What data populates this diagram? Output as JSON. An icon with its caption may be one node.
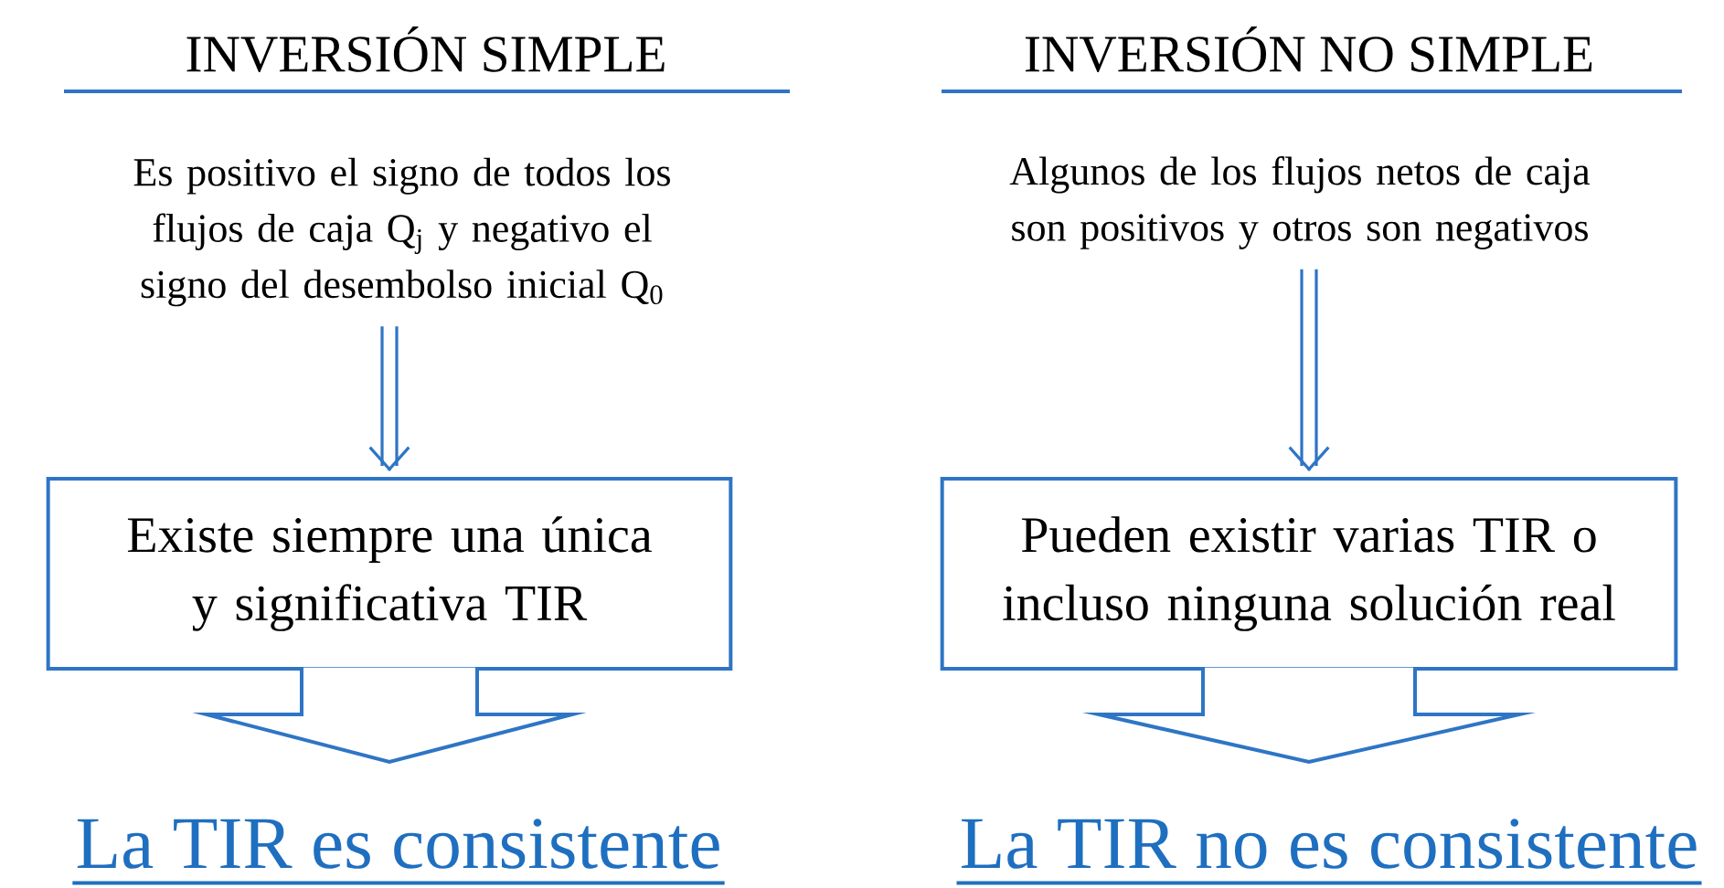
{
  "diagram": {
    "nodes": [
      {
        "text": [
          "Es positivo el signo de todos los flujos de caja Q$_{j}$ y negativo el signo del desembolso inicial Q$_{0}$"
        ]
      },
      {
        "text": [
          "Existe siempre una única y significativa TIR"
        ]
      },
      {
        "text": [
          "Algunos de los flujos netos de caja son positivos y otros son negativos"
        ]
      },
      {
        "text": [
          "Pueden existir varias TIR o incluso ninguna solución real"
        ]
      }
    ],
    "edges": [
      {
        "from": 0,
        "to": 1,
        "arrow": "to"
      },
      {
        "from": 2,
        "to": 3,
        "arrow": "to"
      }
    ],
    "labels": [
      "INVERSIÓN SIMPLE",
      "INVERSIÓN NO SIMPLE",
      "La TIR es consistente",
      "La TIR no es consistente"
    ]
  }
}
